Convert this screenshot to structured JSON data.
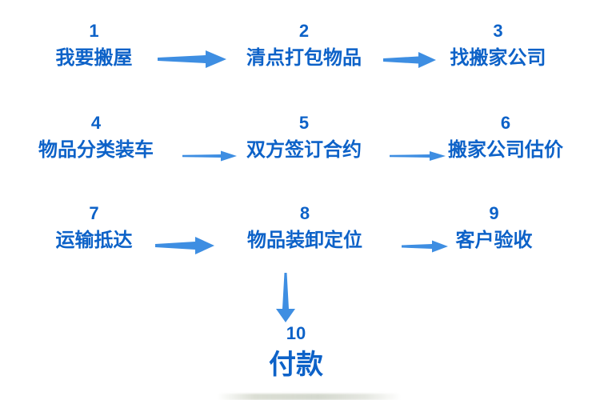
{
  "page": {
    "background": "#ffffff",
    "description_title": ""
  },
  "colors": {
    "step_text": "#0d62c8",
    "arrow": "#3e8ee2"
  },
  "steps": [
    {
      "number": "1",
      "label": "我要搬屋"
    },
    {
      "number": "2",
      "label": "清点打包物品"
    },
    {
      "number": "3",
      "label": "找搬家公司"
    },
    {
      "number": "4",
      "label": "物品分类装车"
    },
    {
      "number": "5",
      "label": "双方签订合约"
    },
    {
      "number": "6",
      "label": "搬家公司估价"
    },
    {
      "number": "7",
      "label": "运输抵达"
    },
    {
      "number": "8",
      "label": "物品装卸定位"
    },
    {
      "number": "9",
      "label": "客户验收"
    },
    {
      "number": "10",
      "label": "付款"
    }
  ],
  "arrows": [
    {
      "name": "arrow-1-to-2",
      "direction": "right"
    },
    {
      "name": "arrow-2-to-3",
      "direction": "right"
    },
    {
      "name": "arrow-4-to-5",
      "direction": "right"
    },
    {
      "name": "arrow-5-to-6",
      "direction": "right"
    },
    {
      "name": "arrow-7-to-8",
      "direction": "right"
    },
    {
      "name": "arrow-8-to-9",
      "direction": "right"
    },
    {
      "name": "arrow-8-to-10",
      "direction": "down"
    }
  ]
}
